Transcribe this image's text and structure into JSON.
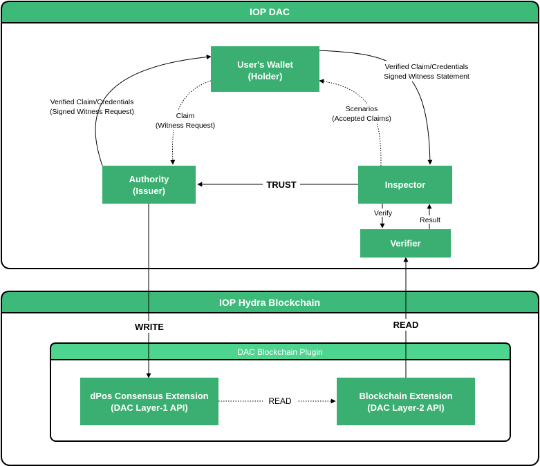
{
  "containers": {
    "dac": {
      "title": "IOP DAC"
    },
    "hydra": {
      "title": "IOP Hydra Blockchain"
    },
    "plugin": {
      "title": "DAC Blockchain Plugin"
    }
  },
  "nodes": {
    "wallet": {
      "line1": "User's Wallet",
      "line2": "(Holder)"
    },
    "authority": {
      "line1": "Authority",
      "line2": "(Issuer)"
    },
    "inspector": {
      "line1": "Inspector"
    },
    "verifier": {
      "line1": "Verifier"
    },
    "dpos": {
      "line1": "dPos Consensus Extension",
      "line2": "(DAC Layer-1 API)"
    },
    "blockchain_ext": {
      "line1": "Blockchain Extension",
      "line2": "(DAC Layer-2 API)"
    }
  },
  "edges": {
    "authority_to_wallet": {
      "line1": "Verified Claim/Credentials",
      "line2": "(Signed Witness Request)"
    },
    "wallet_to_authority": {
      "line1": "Claim",
      "line2": "(Witness Request)"
    },
    "inspector_to_wallet": {
      "line1": "Scenarios",
      "line2": "(Accepted Claims)"
    },
    "wallet_to_inspector": {
      "line1": "Verified Claim/Credentials",
      "line2": "Signed Witness Statement"
    },
    "inspector_to_authority": {
      "label": "TRUST"
    },
    "inspector_to_verifier": {
      "label": "Verify"
    },
    "verifier_to_inspector": {
      "label": "Result"
    },
    "authority_to_dpos": {
      "label": "WRITE"
    },
    "blockchain_to_verifier": {
      "label": "READ"
    },
    "dpos_to_blockchain": {
      "label": "READ"
    }
  },
  "colors": {
    "header": "#3dba7a",
    "plugin_header": "#4dd48f",
    "node": "#3aaf71",
    "border": "#000000",
    "text_on_green": "#ffffff"
  }
}
